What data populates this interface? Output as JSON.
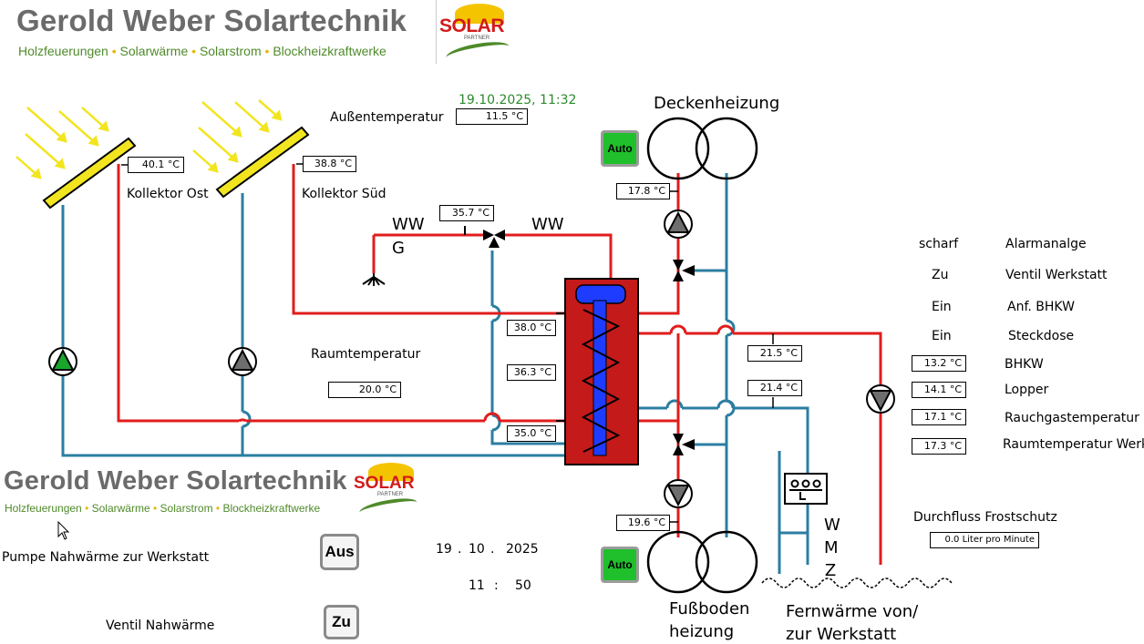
{
  "header": {
    "brand": "Gerold Weber Solartechnik",
    "tagline_parts": [
      "Holzfeuerungen",
      "Solarwärme",
      "Solarstrom",
      "Blockheizkraftwerke"
    ],
    "logo_text": "SOLAR",
    "logo_sub": "PARTNER"
  },
  "datetime": "19.10.2025,  11:32",
  "outdoor": {
    "label": "Außentemperatur",
    "value": "11.5 °C"
  },
  "collectors": {
    "east": {
      "label": "Kollektor Ost",
      "temp": "40.1 °C"
    },
    "south": {
      "label": "Kollektor Süd",
      "temp": "38.8 °C"
    }
  },
  "ww": {
    "left": "WW",
    "left2": "G",
    "right": "WW",
    "temp": "35.7 °C"
  },
  "tank": {
    "top": "38.0 °C",
    "mid": "36.3 °C",
    "bottom": "35.0 °C"
  },
  "room": {
    "label": "Raumtemperatur",
    "value": "20.0 °C"
  },
  "ceiling": {
    "label": "Deckenheizung",
    "auto": "Auto",
    "temp": "17.8 °C"
  },
  "floor": {
    "label_line1": "Fußboden",
    "label_line2": "heizung",
    "auto": "Auto",
    "temp": "19.6 °C"
  },
  "line_temps": {
    "upper": "21.5 °C",
    "lower": "21.4 °C"
  },
  "status": [
    {
      "value": "scharf",
      "label": "Alarmanalge"
    },
    {
      "value": "Zu",
      "label": "Ventil Werkstatt"
    },
    {
      "value": "Ein",
      "label": "Anf. BHKW"
    },
    {
      "value": "Ein",
      "label": "Steckdose"
    }
  ],
  "sensors": [
    {
      "value": "13.2 °C",
      "label": "BHKW"
    },
    {
      "value": "14.1 °C",
      "label": "Lopper"
    },
    {
      "value": "17.1 °C",
      "label": "Rauchgastemperatur"
    },
    {
      "value": "17.3 °C",
      "label": "Raumtemperatur Werkstatt"
    }
  ],
  "flow": {
    "label": "Durchfluss Frostschutz",
    "value": "0.0 Liter pro Minute"
  },
  "wmz": [
    "W",
    "M",
    "Z"
  ],
  "district": {
    "line1": "Fernwärme von/",
    "line2": "zur Werkstatt"
  },
  "lower_panel": {
    "pump_label": "Pumpe  Nahwärme zur Werkstatt",
    "pump_button": "Aus",
    "valve_label": "Ventil Nahwärme",
    "valve_button": "Zu",
    "date_day": "19",
    "date_month": "10",
    "date_year": "2025",
    "time_hour": "11",
    "time_min": "50",
    "sep_dot": ".",
    "sep_colon": ":"
  },
  "colors": {
    "hot": "#e11c1c",
    "cold": "#2b7ea1",
    "pump_green": "#1aa52b",
    "pump_gray": "#6e6e6e",
    "tank": "#c41a1a",
    "coil": "#1e3cff",
    "collector": "#f2e520"
  }
}
